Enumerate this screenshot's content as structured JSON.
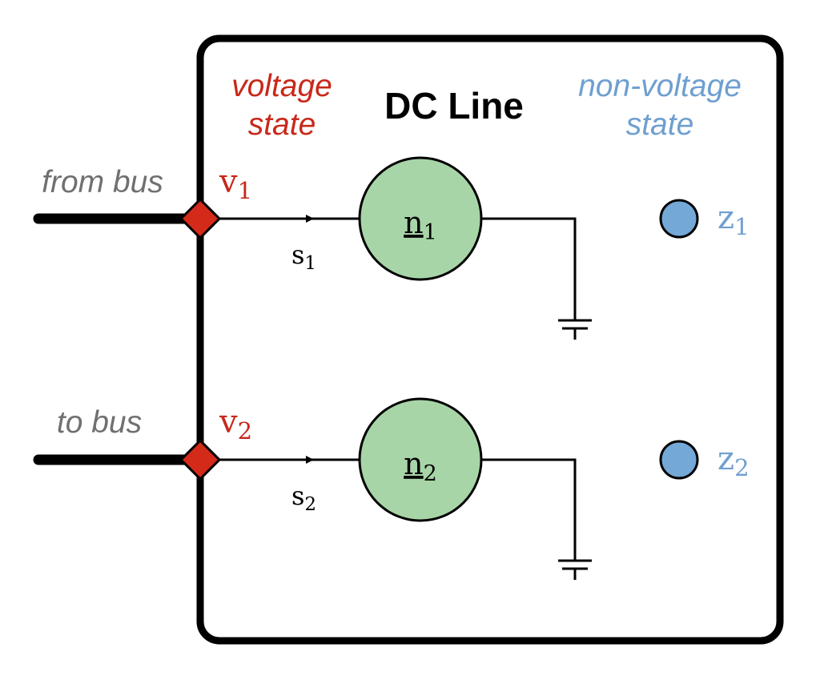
{
  "title": "DC Line",
  "labels": {
    "voltage_state_line1": "voltage",
    "voltage_state_line2": "state",
    "non_voltage_state_line1": "non-voltage",
    "non_voltage_state_line2": "state",
    "from_bus": "from bus",
    "to_bus": "to bus"
  },
  "ports": [
    {
      "var": "v",
      "sub": "1",
      "flow_var": "s",
      "flow_sub": "1",
      "node_var": "n",
      "node_sub": "1"
    },
    {
      "var": "v",
      "sub": "2",
      "flow_var": "s",
      "flow_sub": "2",
      "node_var": "n",
      "node_sub": "2"
    }
  ],
  "internal_states": [
    {
      "var": "z",
      "sub": "1"
    },
    {
      "var": "z",
      "sub": "2"
    }
  ],
  "colors": {
    "voltage": "#d42a1a",
    "voltage_label": "#c8281a",
    "non_voltage": "#6f9fd0",
    "non_voltage_fill": "#74a8d7",
    "bus_label": "#707070",
    "node_fill": "#a8d5a8",
    "line": "#000000"
  }
}
